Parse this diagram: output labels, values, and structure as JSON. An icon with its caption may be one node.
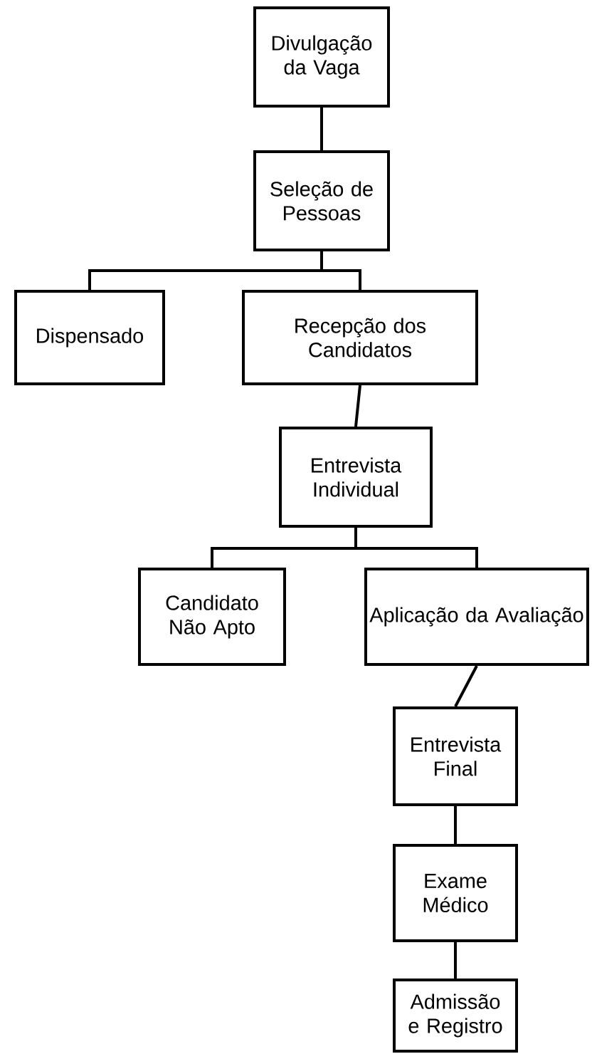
{
  "diagram": {
    "nodes": [
      {
        "text": [
          "Divulgação da Vaga"
        ]
      },
      {
        "text": [
          "Seleção de Pessoas"
        ]
      },
      {
        "text": [
          "Dispensado"
        ]
      },
      {
        "text": [
          "Recepção dos Candidatos"
        ]
      },
      {
        "text": [
          "Entrevista Individual"
        ]
      },
      {
        "text": [
          "Candidato Não Apto"
        ]
      },
      {
        "text": [
          "Aplicação da Avaliação"
        ]
      },
      {
        "text": [
          "Entrevista Final"
        ]
      },
      {
        "text": [
          "Exame Médico"
        ]
      },
      {
        "text": [
          "Admissão e Registro"
        ]
      }
    ],
    "edges": [
      {
        "from": 0,
        "to": 1,
        "arrow": "none"
      },
      {
        "from": 1,
        "to": 2,
        "arrow": "none"
      },
      {
        "from": 1,
        "to": 3,
        "arrow": "none"
      },
      {
        "from": 3,
        "to": 4,
        "arrow": "none"
      },
      {
        "from": 4,
        "to": 5,
        "arrow": "none"
      },
      {
        "from": 4,
        "to": 6,
        "arrow": "none"
      },
      {
        "from": 6,
        "to": 7,
        "arrow": "none"
      },
      {
        "from": 7,
        "to": 8,
        "arrow": "none"
      },
      {
        "from": 8,
        "to": 9,
        "arrow": "none"
      }
    ]
  }
}
